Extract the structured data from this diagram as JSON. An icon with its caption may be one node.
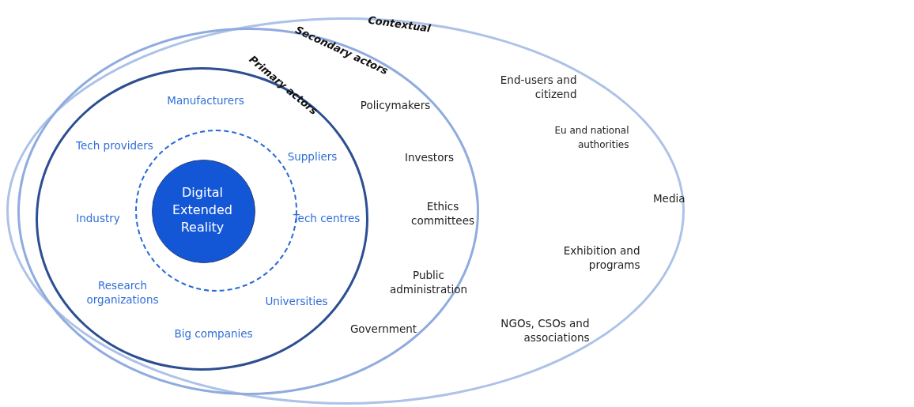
{
  "diagram": {
    "nodes": [
      {
        "text": [
          "Contextual",
          "End-users and citizend",
          "Eu and national authorities",
          "Media",
          "Exhibition and programs",
          "NGOs, CSOs and associations"
        ]
      },
      {
        "text": [
          "Secondary actors",
          "Policymakers",
          "Investors",
          "Ethics committees",
          "Public administration",
          "Government"
        ],
        "in": 0
      },
      {
        "text": [
          "Primary actors",
          "Manufacturers",
          "Tech providers",
          "Suppliers",
          "Industry",
          "Tech centres",
          "Research organizations",
          "Universities",
          "Big companies"
        ],
        "in": 1
      },
      {
        "text": [],
        "shape": "circle",
        "in": 2
      },
      {
        "text": [
          "Digital Extended Reality"
        ],
        "in": 3
      }
    ],
    "edges": []
  }
}
